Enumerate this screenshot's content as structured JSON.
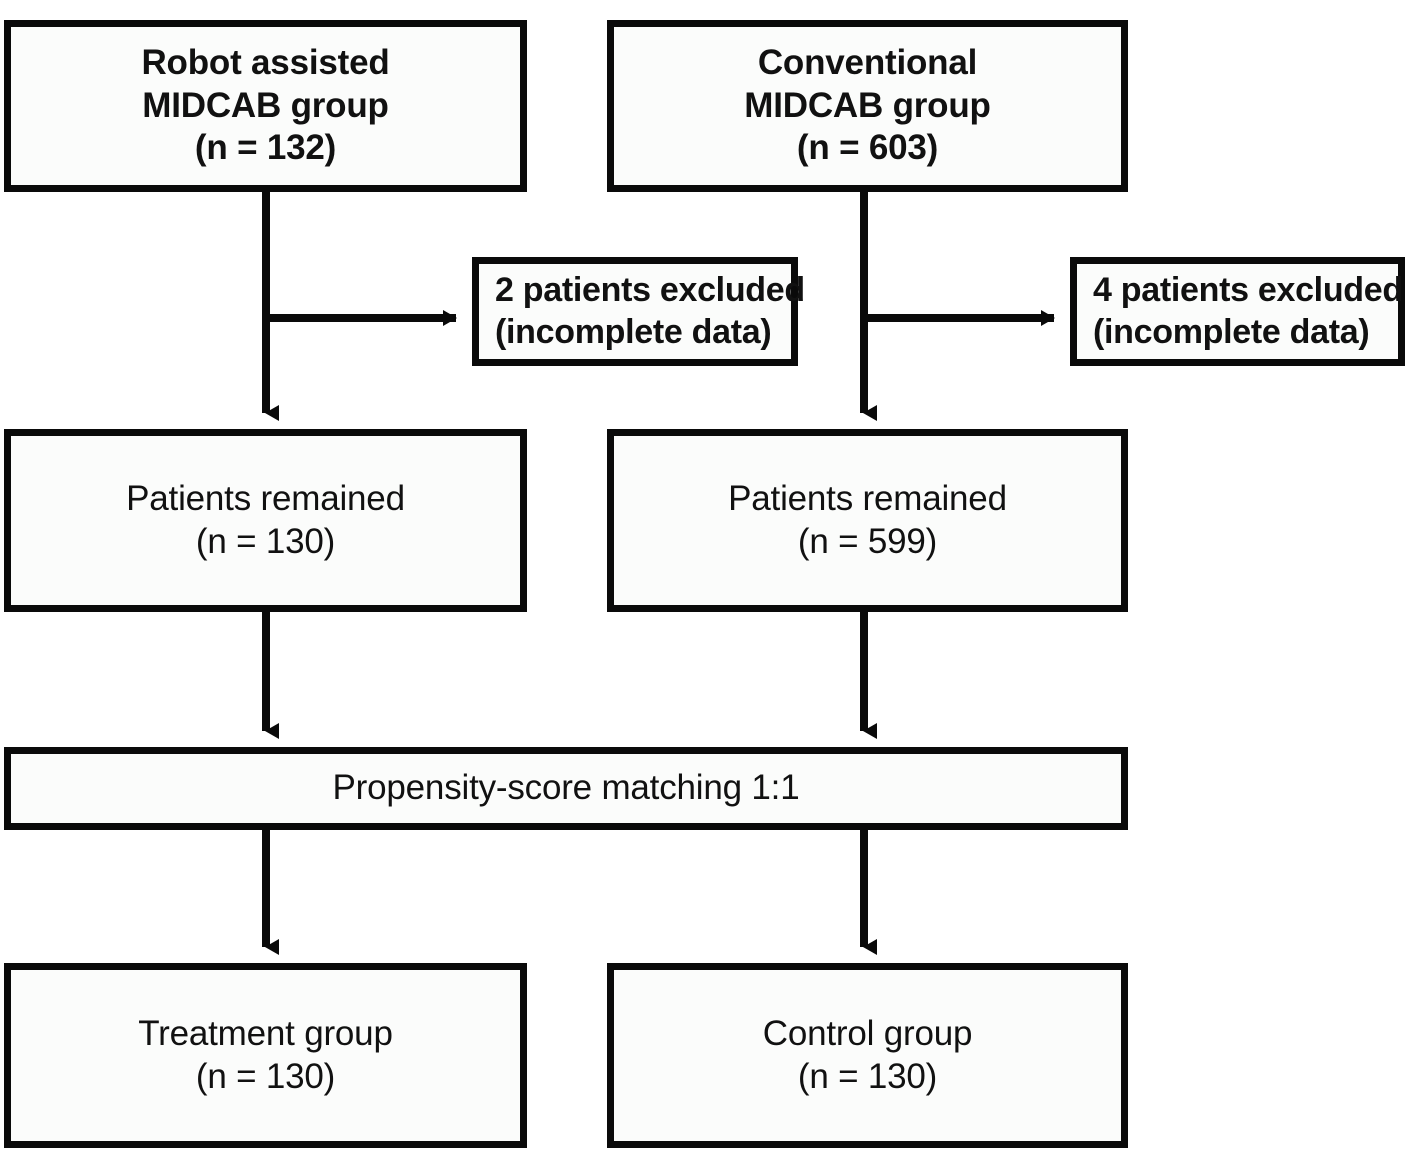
{
  "diagram": {
    "title": "Patient selection flow diagram (propensity-score matching)",
    "type": "flowchart",
    "background_color": "#ffffff",
    "box_fill_color": "#fbfcfb",
    "stroke_color": "#0a0a0a"
  },
  "nodes": {
    "robot_group": {
      "line1": "Robot assisted",
      "line2": "MIDCAB group",
      "line3": "(n = 132)",
      "count": 132
    },
    "conventional_group": {
      "line1": "Conventional",
      "line2": "MIDCAB group",
      "line3": "(n = 603)",
      "count": 603
    },
    "excluded_left": {
      "line1": "2 patients excluded",
      "line2": "(incomplete data)",
      "count": 2,
      "reason": "incomplete data"
    },
    "excluded_right": {
      "line1": "4 patients excluded",
      "line2": "(incomplete data)",
      "count": 4,
      "reason": "incomplete data"
    },
    "remained_left": {
      "line1": "Patients remained",
      "line2": "(n = 130)",
      "count": 130
    },
    "remained_right": {
      "line1": "Patients remained",
      "line2": "(n = 599)",
      "count": 599
    },
    "matching_bar": {
      "line1": "Propensity-score matching 1:1",
      "ratio": "1:1"
    },
    "treatment_group": {
      "line1": "Treatment group",
      "line2": "(n = 130)",
      "count": 130
    },
    "control_group": {
      "line1": "Control group",
      "line2": "(n = 130)",
      "count": 130
    }
  }
}
